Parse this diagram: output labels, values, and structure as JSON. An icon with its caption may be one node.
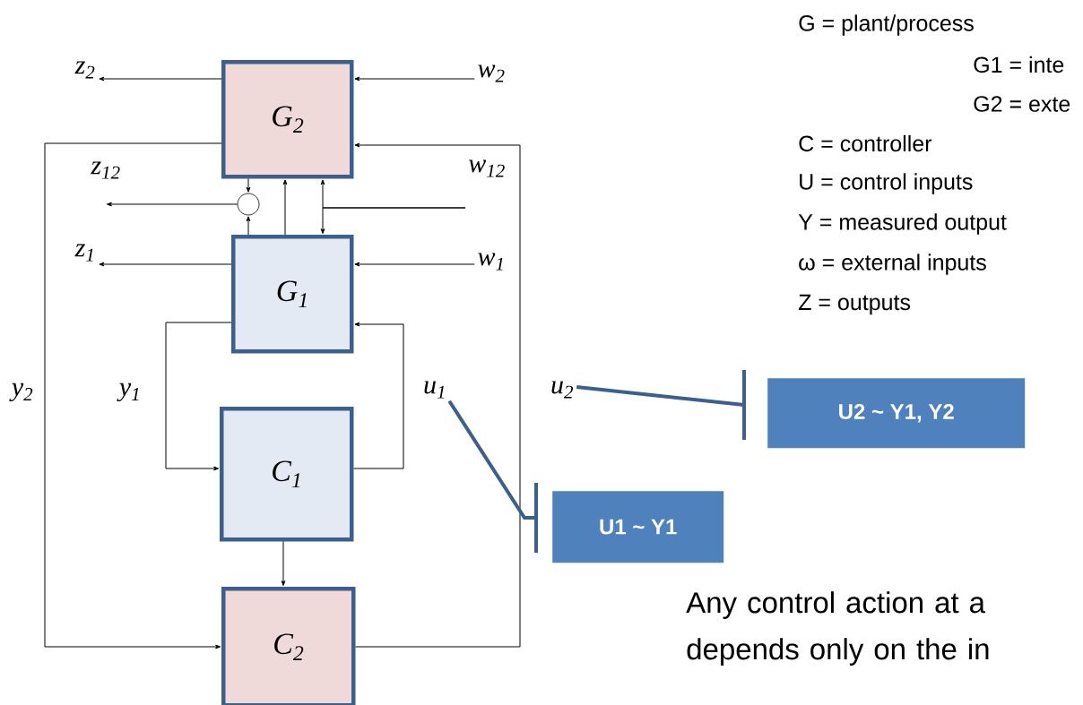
{
  "diagram": {
    "nodes": [
      {
        "text": [
          "z$_{2}$"
        ]
      },
      {
        "text": [
          "G$_{2}$"
        ]
      },
      {
        "text": [
          "w$_{2}$"
        ]
      },
      {
        "text": [
          "z$_{12}$"
        ]
      },
      {
        "text": [],
        "shape": "circle"
      },
      {
        "text": [
          "w$_{12}$"
        ]
      },
      {
        "text": [
          "z$_{1}$"
        ]
      },
      {
        "text": [
          "G$_{1}$"
        ]
      },
      {
        "text": [
          "w$_{1}$"
        ]
      },
      {
        "text": [
          "u$_{1}$"
        ]
      },
      {
        "text": [
          "u$_{2}$"
        ]
      },
      {
        "text": [
          "U2 ~ Y1, Y2"
        ]
      },
      {
        "text": [
          "C$_{1}$"
        ]
      },
      {
        "text": [
          "U1 ~ Y1"
        ]
      },
      {
        "text": [
          "C$_{2}$"
        ]
      }
    ],
    "edges": [
      {
        "from": 1,
        "to": 0,
        "arrow": "to"
      },
      {
        "from": 2,
        "to": 1,
        "arrow": "to"
      },
      {
        "from": 1,
        "to": 4,
        "arrow": "to"
      },
      {
        "from": 7,
        "to": 4,
        "arrow": "to"
      },
      {
        "from": 4,
        "to": 3,
        "arrow": "to"
      },
      {
        "from": 7,
        "to": 1,
        "arrow": "to"
      },
      {
        "from": 5,
        "to": 1,
        "arrow": "to"
      },
      {
        "from": 5,
        "to": 7,
        "arrow": "to"
      },
      {
        "from": 7,
        "to": 6,
        "arrow": "to"
      },
      {
        "from": 8,
        "to": 7,
        "arrow": "to"
      },
      {
        "from": 7,
        "to": 12,
        "arrow": "to",
        "label": "y$_{1}$"
      },
      {
        "from": 12,
        "to": 7,
        "arrow": "to"
      },
      {
        "from": 12,
        "to": 14,
        "arrow": "to"
      },
      {
        "from": 1,
        "to": 14,
        "arrow": "to",
        "label": "y$_{2}$"
      },
      {
        "from": 14,
        "to": 1,
        "arrow": "to"
      },
      {
        "from": 9,
        "to": 13,
        "arrow": "none",
        "style": "thick",
        "color": "#3d5f8d"
      },
      {
        "from": 10,
        "to": 11,
        "arrow": "none",
        "style": "thick",
        "color": "#3d5f8d"
      }
    ],
    "labels": [
      "G = plant/process",
      "G1 = inte",
      "G2 = exte",
      "C = controller",
      "U = control inputs",
      "Y = measured output",
      "ω  = external inputs",
      "Z = outputs",
      "Any control action at a depends only on the in"
    ]
  }
}
